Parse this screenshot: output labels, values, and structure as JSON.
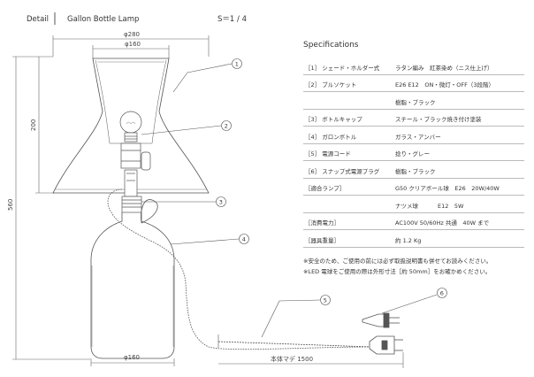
{
  "header": {
    "section": "Detail",
    "title": "Gallon Bottle Lamp",
    "scale": "S＝1 / 4"
  },
  "dimensions": {
    "shade_diameter": "φ280",
    "top_diameter": "φ160",
    "shade_height": "200",
    "total_height": "560",
    "bottle_diameter": "φ160",
    "cord_length": "本体マデ 1500"
  },
  "callouts": [
    "1",
    "2",
    "3",
    "4",
    "5",
    "6"
  ],
  "specifications": {
    "title": "Specifications",
    "rows": [
      {
        "label": "［1］ シェード・ホルダー式",
        "value": "ラタン編み　紅茶染め（ニス仕上げ）"
      },
      {
        "label": "［2］ ブルソケット",
        "value": "E26 E12　ON・微灯・OFF（3段階）"
      },
      {
        "label": "",
        "value": "樹脂・ブラック"
      },
      {
        "label": "［3］ ボトルキャップ",
        "value": "スチール・ブラック焼き付け塗装"
      },
      {
        "label": "［4］ ガロンボトル",
        "value": "ガラス・アンバー"
      },
      {
        "label": "［5］ 電源コード",
        "value": "捻り・グレー"
      },
      {
        "label": "［6］ スナップ式電源プラグ",
        "value": "樹脂・ブラック"
      },
      {
        "label": "［適合ランプ］",
        "value": "G50 クリアボール球　E26　20W/40W"
      },
      {
        "label": "",
        "value": "ナツメ球",
        "value2": "E12　5W"
      },
      {
        "label": "［消費電力］",
        "value": "AC100V 50/60Hz 共通　40W まで"
      },
      {
        "label": "［器具重量］",
        "value": "約 1.2 Kg"
      }
    ],
    "notes": [
      "※安全のため、ご使用の前には必ず取扱説明書も併せてお読みください。",
      "※LED 電球をご使用の際は外形寸法［約 50mm］をお確かめください。"
    ]
  }
}
